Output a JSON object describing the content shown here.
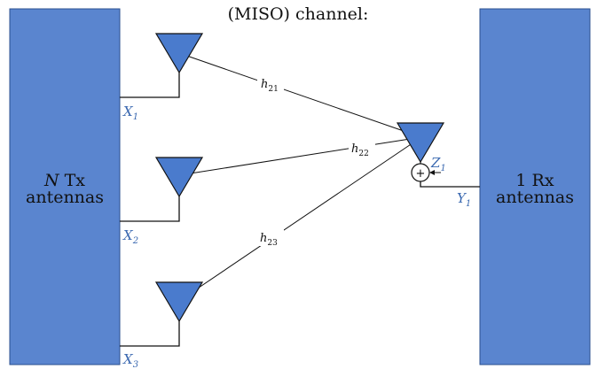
{
  "title": "(MISO) channel:",
  "tx_box": {
    "line1_italic": "N",
    "line1_rest": " Tx",
    "line2": "antennas"
  },
  "rx_box": {
    "line1": "1 Rx",
    "line2": "antennas"
  },
  "tx_ports": [
    {
      "base": "X",
      "sub": "1"
    },
    {
      "base": "X",
      "sub": "2"
    },
    {
      "base": "X",
      "sub": "3"
    }
  ],
  "rx_port": {
    "base": "Y",
    "sub": "1"
  },
  "noise": {
    "base": "Z",
    "sub": "1"
  },
  "adder_symbol": "+",
  "channels": [
    {
      "base": "h",
      "sub": "21"
    },
    {
      "base": "h",
      "sub": "22"
    },
    {
      "base": "h",
      "sub": "23"
    }
  ],
  "colors": {
    "box_fill": "#5a85cf",
    "antenna_fill": "#4a7bcd",
    "label_blue": "#3a68b0",
    "line": "#111111"
  }
}
